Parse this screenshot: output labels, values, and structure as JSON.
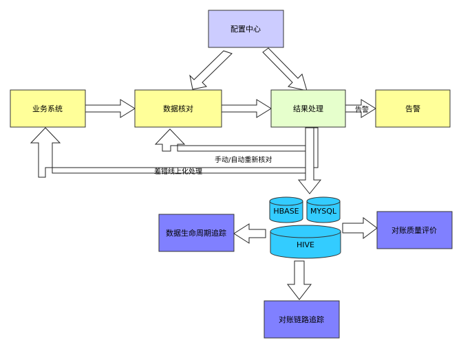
{
  "nodes": {
    "config_center": {
      "label": "配置中心",
      "color": "#ccccff"
    },
    "business_system": {
      "label": "业务系统",
      "color": "#ffff99"
    },
    "data_check": {
      "label": "数据核对",
      "color": "#ffff99"
    },
    "result_process": {
      "label": "结果处理",
      "color": "#e6ffcc"
    },
    "alarm": {
      "label": "告警",
      "color": "#ffff99"
    },
    "hbase": {
      "label": "HBASE",
      "color": "#33ccff"
    },
    "mysql": {
      "label": "MYSQL",
      "color": "#33ccff"
    },
    "hive": {
      "label": "HIVE",
      "color": "#33ccff"
    },
    "data_lifecycle": {
      "label": "数据生命周期追踪",
      "color": "#8080ff"
    },
    "reconcile_quality": {
      "label": "对账质量评价",
      "color": "#8080ff"
    },
    "reconcile_link": {
      "label": "对账链路追踪",
      "color": "#8080ff"
    }
  },
  "edge_labels": {
    "alarm_edge": "告警",
    "manual_auto_recheck": "手动/自动重新核对",
    "diff_online": "差错线上化处理"
  }
}
